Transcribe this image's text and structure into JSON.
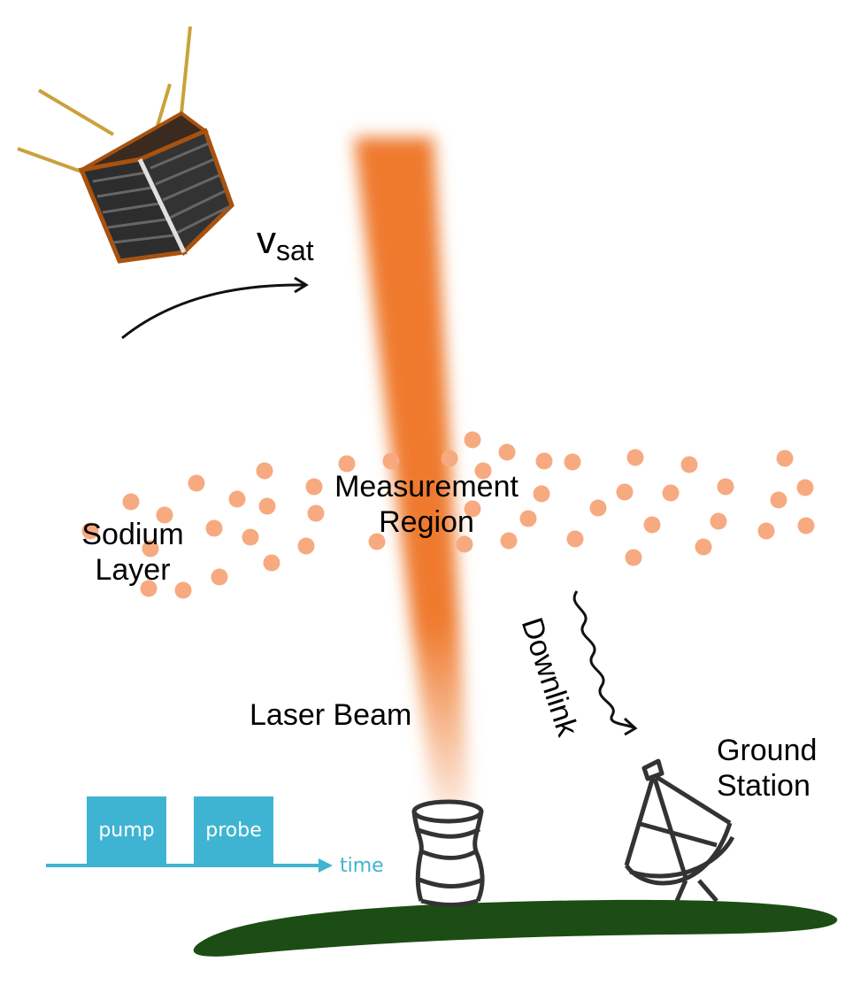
{
  "labels": {
    "velocity_main": "v",
    "velocity_sub": "sat",
    "measurement_region": [
      "Measurement",
      "Region"
    ],
    "sodium_layer": [
      "Sodium",
      "Layer"
    ],
    "laser_beam": "Laser Beam",
    "downlink": "Downlink",
    "ground_station": [
      "Ground",
      "Station"
    ]
  },
  "timing": {
    "pulses": [
      "pump",
      "probe"
    ],
    "axis_label": "time"
  },
  "colors": {
    "beam": "#ef7a2e",
    "sodium_dot": "#f7aa80",
    "ground": "#1c4d14",
    "timing": "#3fb4d2",
    "satellite_body": "#2b2b2b",
    "satellite_frame": "#a8520f",
    "antenna": "#c9a23a"
  }
}
